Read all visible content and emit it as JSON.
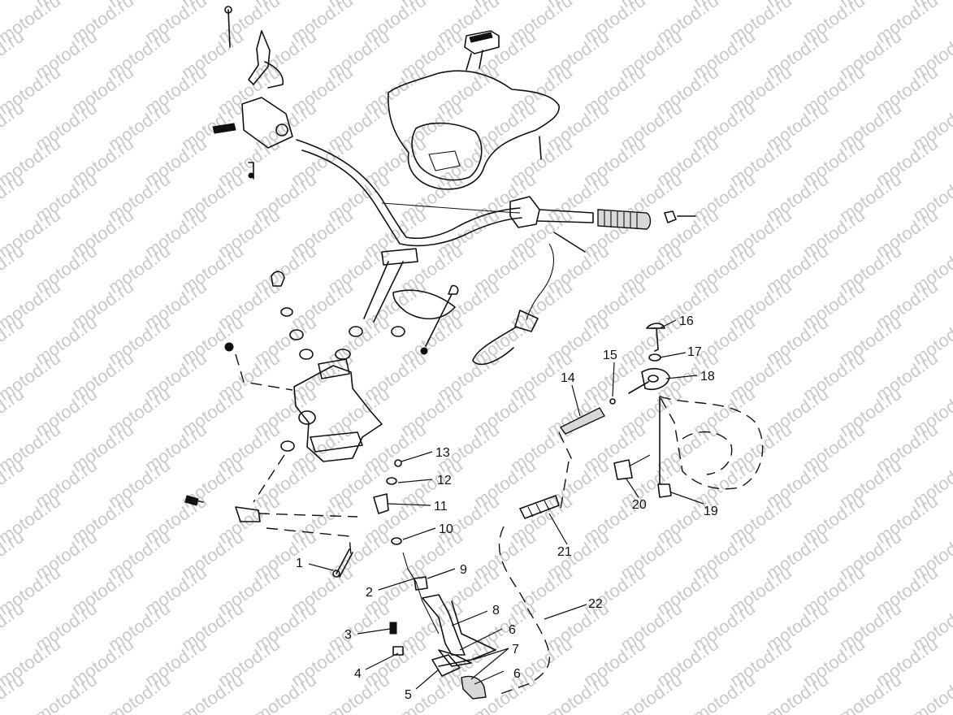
{
  "watermark": "motod.ru",
  "callouts": [
    {
      "id": "c1",
      "label": "1"
    },
    {
      "id": "c2",
      "label": "2"
    },
    {
      "id": "c3",
      "label": "3"
    },
    {
      "id": "c4",
      "label": "4"
    },
    {
      "id": "c5",
      "label": "5"
    },
    {
      "id": "c6a",
      "label": "6"
    },
    {
      "id": "c6b",
      "label": "6"
    },
    {
      "id": "c7",
      "label": "7"
    },
    {
      "id": "c8",
      "label": "8"
    },
    {
      "id": "c9",
      "label": "9"
    },
    {
      "id": "c10",
      "label": "10"
    },
    {
      "id": "c11",
      "label": "11"
    },
    {
      "id": "c12",
      "label": "12"
    },
    {
      "id": "c13",
      "label": "13"
    },
    {
      "id": "c14",
      "label": "14"
    },
    {
      "id": "c15",
      "label": "15"
    },
    {
      "id": "c16",
      "label": "16"
    },
    {
      "id": "c17",
      "label": "17"
    },
    {
      "id": "c18",
      "label": "18"
    },
    {
      "id": "c19",
      "label": "19"
    },
    {
      "id": "c20",
      "label": "20"
    },
    {
      "id": "c21",
      "label": "21"
    },
    {
      "id": "c22",
      "label": "22"
    }
  ]
}
